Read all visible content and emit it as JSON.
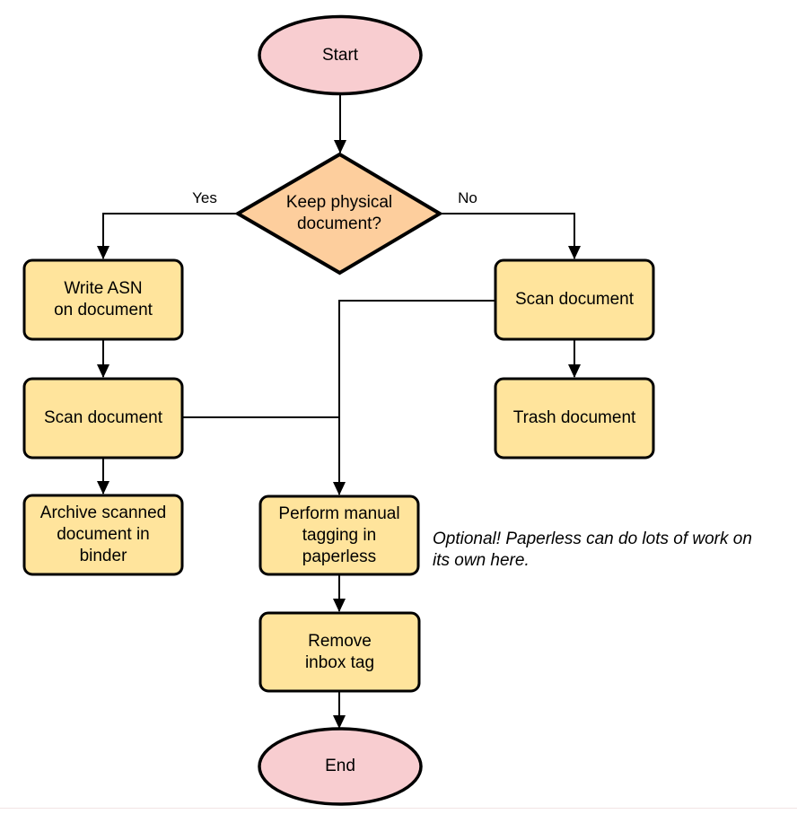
{
  "diagram": {
    "type": "flowchart",
    "stroke_color": "#000000",
    "nodes": {
      "start": {
        "label": "Start",
        "shape": "ellipse",
        "fill": "#f8cdd0"
      },
      "keep_physical": {
        "label": "Keep physical\ndocument?",
        "shape": "diamond",
        "fill": "#fdce9d"
      },
      "write_asn": {
        "label": "Write ASN\non document",
        "shape": "rect",
        "fill": "#ffe49c"
      },
      "scan_document_left": {
        "label": "Scan document",
        "shape": "rect",
        "fill": "#ffe49c"
      },
      "archive_binder": {
        "label": "Archive scanned\ndocument in\nbinder",
        "shape": "rect",
        "fill": "#ffe49c"
      },
      "scan_document_right": {
        "label": "Scan document",
        "shape": "rect",
        "fill": "#ffe49c"
      },
      "trash_document": {
        "label": "Trash document",
        "shape": "rect",
        "fill": "#ffe49c"
      },
      "manual_tagging": {
        "label": "Perform manual\ntagging in\npaperless",
        "shape": "rect",
        "fill": "#ffe49c"
      },
      "remove_inbox_tag": {
        "label": "Remove\ninbox tag",
        "shape": "rect",
        "fill": "#ffe49c"
      },
      "end": {
        "label": "End",
        "shape": "ellipse",
        "fill": "#f8cdd0"
      }
    },
    "edge_labels": {
      "yes": "Yes",
      "no": "No"
    },
    "annotation": "Optional! Paperless can do lots of work on\nits own here."
  }
}
